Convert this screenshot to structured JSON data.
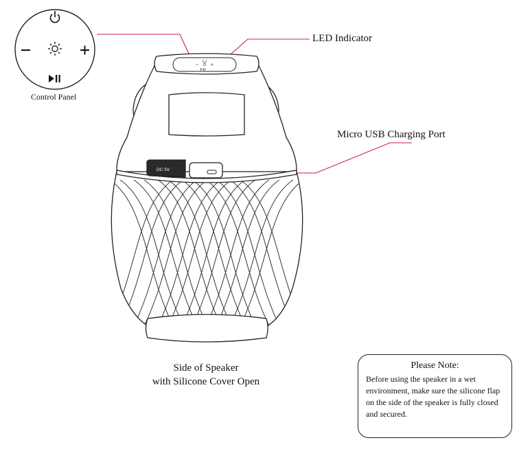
{
  "labels": {
    "led_indicator": "LED Indicator",
    "micro_usb_port": "Micro USB Charging Port",
    "control_panel": "Control Panel",
    "side_line1": "Side of Speaker",
    "side_line2": "with Silicone Cover Open",
    "dc_label": "DC 5V"
  },
  "note": {
    "title": "Please Note:",
    "body": "Before using the speaker in a wet environment, make sure the silicone flap on the side of the speaker is fully closed and secured."
  },
  "control_panel_icons": {
    "top": "power-icon",
    "left": "minus-icon",
    "center": "led-mode-icon",
    "right": "plus-icon",
    "bottom": "play-pause-icon"
  },
  "colors": {
    "callout_line": "#c8175c",
    "outline": "#222222",
    "port_cover": "#2a2a2a"
  }
}
